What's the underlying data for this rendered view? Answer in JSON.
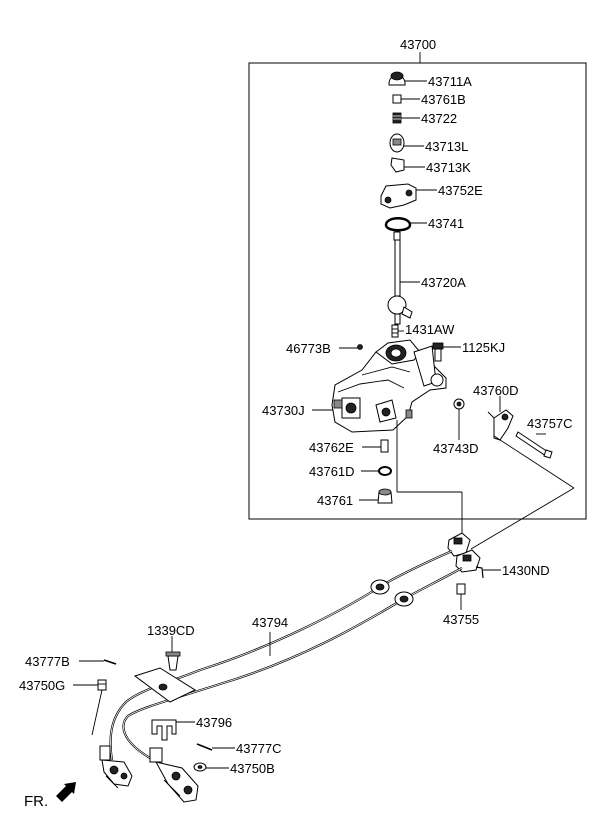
{
  "assembly_label": "43700",
  "parts": {
    "p43711A": "43711A",
    "p43761B": "43761B",
    "p43722": "43722",
    "p43713L": "43713L",
    "p43713K": "43713K",
    "p43752E": "43752E",
    "p43741": "43741",
    "p43720A": "43720A",
    "p1431AW": "1431AW",
    "p46773B": "46773B",
    "p1125KJ": "1125KJ",
    "p43760D": "43760D",
    "p43730J": "43730J",
    "p43757C": "43757C",
    "p43743D": "43743D",
    "p43762E": "43762E",
    "p43761D": "43761D",
    "p43761": "43761",
    "p1430ND": "1430ND",
    "p43755": "43755",
    "p1339CD": "1339CD",
    "p43794": "43794",
    "p43777B": "43777B",
    "p43750G": "43750G",
    "p43796": "43796",
    "p43777C": "43777C",
    "p43750B": "43750B"
  },
  "direction_label": "FR."
}
